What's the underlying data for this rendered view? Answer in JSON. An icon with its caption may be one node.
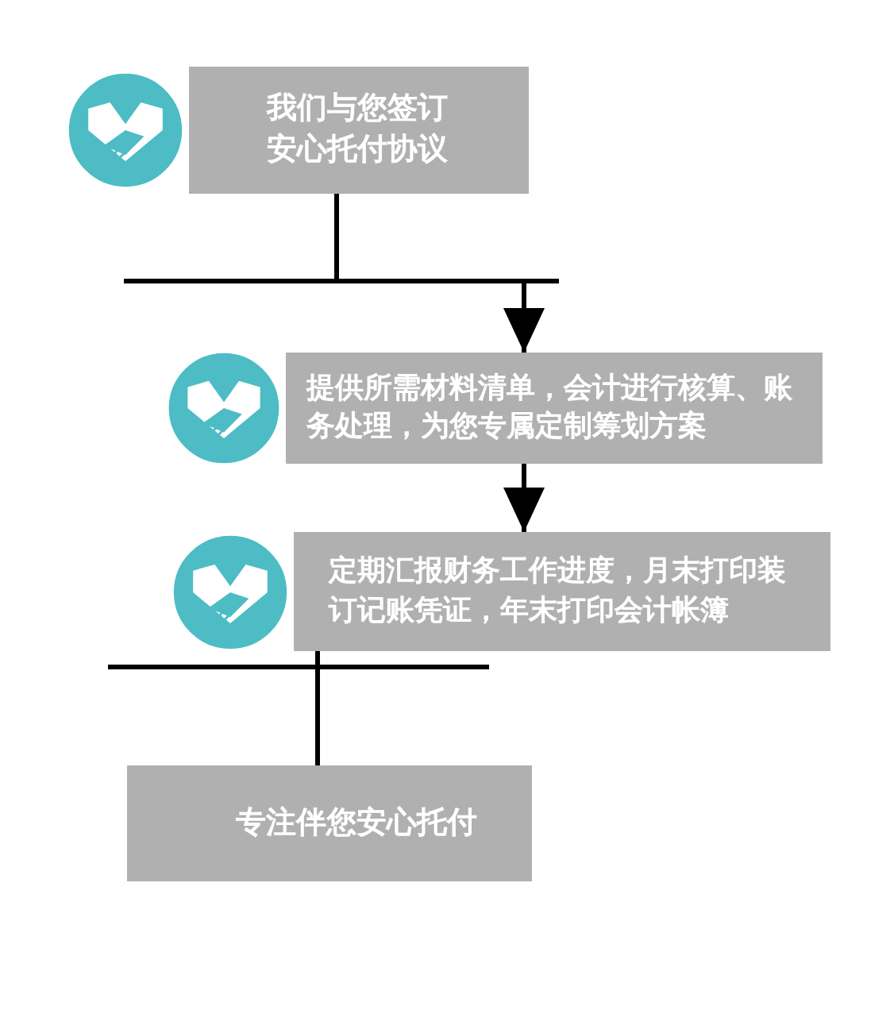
{
  "diagram": {
    "nodes": [
      {
        "text": [
          "我们与您签订安心托付协议"
        ]
      },
      {
        "text": [
          "提供所需材料清单，会计进行核算、账务处理，为您专属定制筹划方案"
        ]
      },
      {
        "text": [
          "定期汇报财务工作进度，月末打印装订记账凭证，年末打印会计帐簿"
        ]
      },
      {
        "text": [
          "专注伴您安心托付"
        ]
      }
    ],
    "edges": [
      {
        "from": 0,
        "to": 1,
        "arrow": "to"
      },
      {
        "from": 1,
        "to": 2,
        "arrow": "to"
      },
      {
        "from": 2,
        "to": 3,
        "arrow": "none"
      }
    ]
  }
}
